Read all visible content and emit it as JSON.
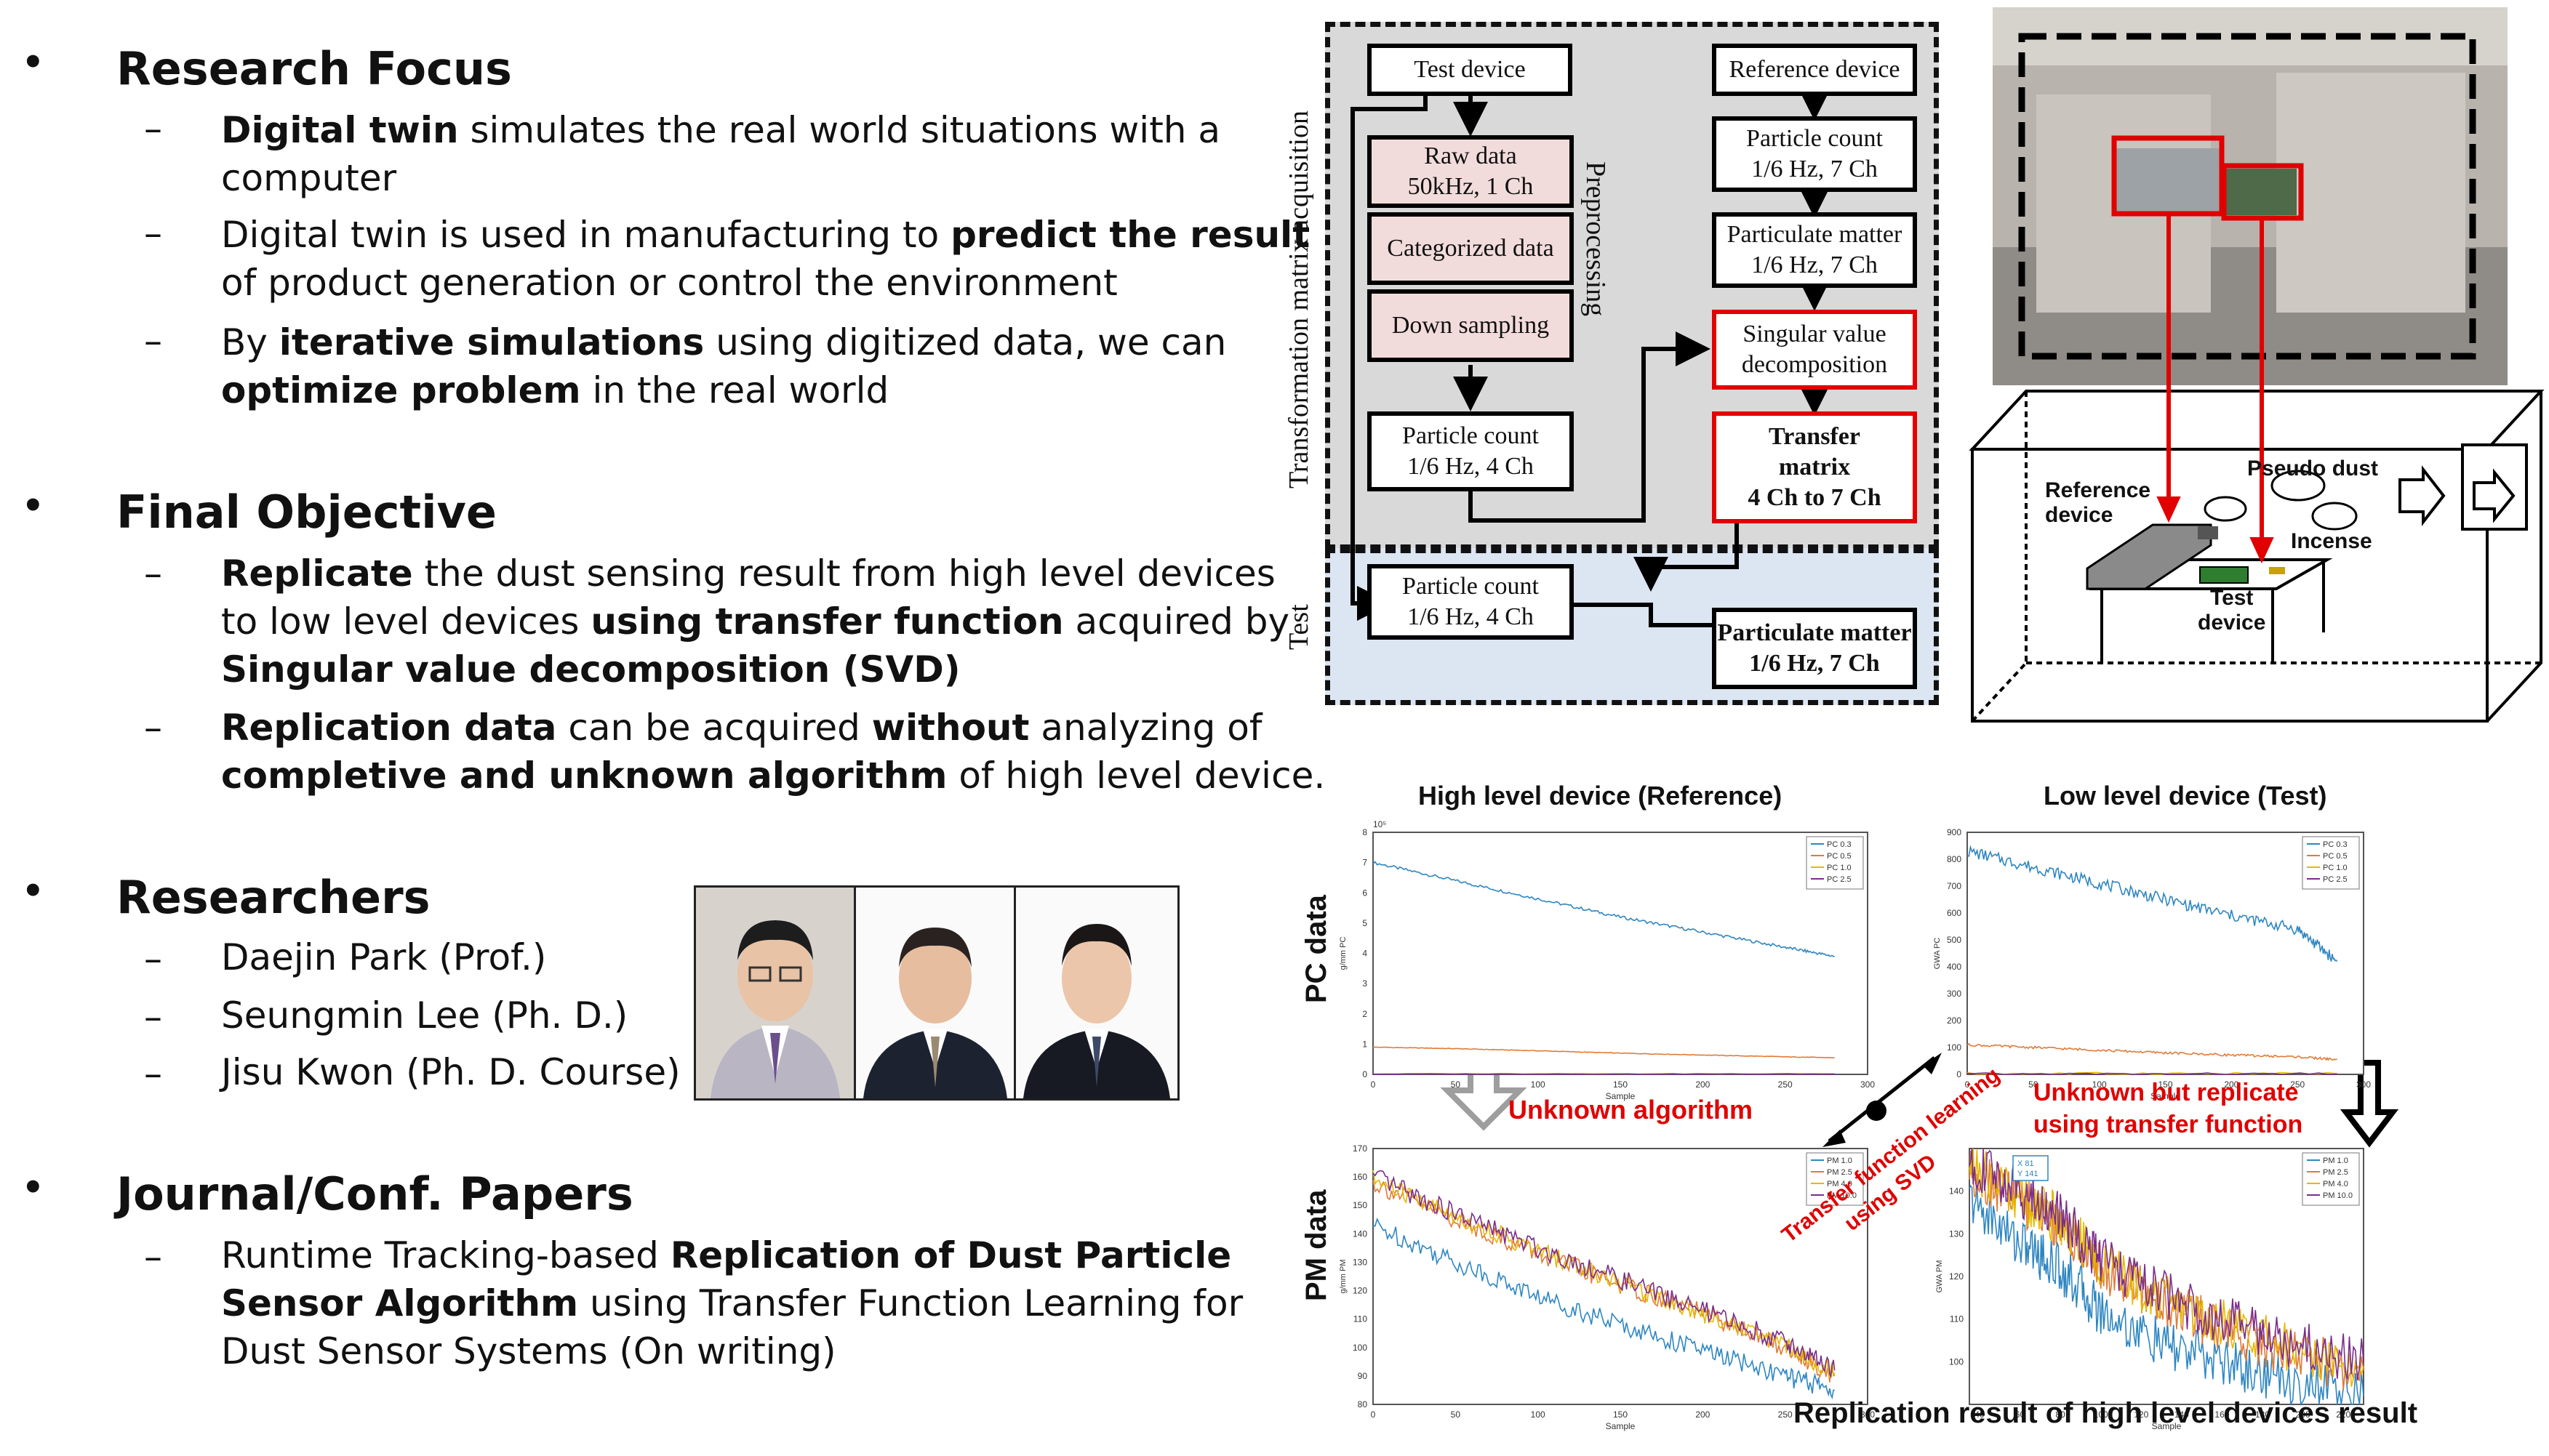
{
  "left": {
    "research_focus": {
      "heading": "Research Focus",
      "items": [
        {
          "a_bold": "Digital twin",
          "a_rest": " simulates the real world situations with a",
          "b": "computer"
        },
        {
          "a": "Digital twin is used in manufacturing to ",
          "a_bold": "predict the result",
          "b": "of product generation or control the environment"
        },
        {
          "a": "By ",
          "a_bold": "iterative simulations",
          "a_rest": " using digitized data, we can",
          "b_bold": "optimize problem",
          "b_rest": " in the real world"
        }
      ]
    },
    "final_objective": {
      "heading": "Final Objective",
      "items": [
        {
          "l1_bold": "Replicate",
          "l1_rest": " the dust sensing result from high level devices",
          "l2": "to low level devices ",
          "l2_bold": "using transfer function",
          "l2_rest": " acquired by",
          "l3_bold": "Singular value decomposition (SVD)"
        },
        {
          "l1_bold": "Replication data",
          "l1_mid": " can be acquired ",
          "l1_bold2": "without",
          "l1_rest": " analyzing of",
          "l2_bold": "completive and unknown algorithm",
          "l2_rest": " of high level device."
        }
      ]
    },
    "researchers": {
      "heading": "Researchers",
      "names": [
        "Daejin Park (Prof.)",
        "Seungmin Lee (Ph. D.)",
        "Jisu Kwon (Ph. D. Course)"
      ]
    },
    "papers": {
      "heading": "Journal/Conf. Papers",
      "l1": "Runtime Tracking-based ",
      "l1_bold": "Replication of Dust Particle",
      "l2_bold": "Sensor Algorithm",
      "l2_rest": " using Transfer Function Learning for",
      "l3": "Dust Sensor Systems (On writing)"
    },
    "bullet": "•",
    "dash": "–"
  },
  "diagram": {
    "side_label_top": "Transformation matrix acquisition",
    "side_label_bottom": "Test",
    "preprocessing": "Preprocessing",
    "test_device": "Test device",
    "reference_device": "Reference device",
    "raw_data": [
      "Raw data",
      "50kHz, 1 Ch"
    ],
    "categorized": "Categorized data",
    "down_sampling": "Down sampling",
    "pc_4ch": [
      "Particle count",
      "1/6 Hz, 4 Ch"
    ],
    "pc_7ch": [
      "Particle count",
      "1/6 Hz,  7 Ch"
    ],
    "pm_7ch": [
      "Particulate matter",
      "1/6 Hz,  7 Ch"
    ],
    "svd": [
      "Singular value",
      "decomposition"
    ],
    "transfer": [
      "Transfer",
      "matrix",
      "4 Ch to 7 Ch"
    ],
    "test_pc": [
      "Particle count",
      "1/6 Hz, 4 Ch"
    ],
    "test_pm": [
      "Particulate matter",
      "1/6 Hz, 7 Ch"
    ]
  },
  "setup": {
    "reference_device": "Reference\ndevice",
    "pseudo_dust": "Pseudo dust",
    "incense": "Incense",
    "test_device": "Test\ndevice"
  },
  "charts_text": {
    "high_title": "High level device (Reference)",
    "low_title": "Low level device (Test)",
    "pc_label": "PC data",
    "pm_label": "PM data",
    "unknown_algorithm": "Unknown algorithm",
    "transfer_learning": [
      "Transfer function learning",
      "using  SVD"
    ],
    "unknown_but": [
      "Unknown but replicate",
      "using transfer function"
    ],
    "replication": "Replication result of  high level devices result",
    "exponent": "10⁵",
    "sample": "Sample",
    "datatip": [
      "X 81",
      "Y 141"
    ]
  },
  "chart_data": [
    {
      "type": "line",
      "id": "high_pc",
      "title": "",
      "xlabel": "Sample",
      "ylabel": "g/mm PC",
      "xlim": [
        0,
        300
      ],
      "ylim": [
        0,
        8
      ],
      "xticks": [
        0,
        50,
        100,
        150,
        200,
        250,
        300
      ],
      "yticks": [
        0,
        1,
        2,
        3,
        4,
        5,
        6,
        7,
        8
      ],
      "legend": [
        "PC 0.3",
        "PC 0.5",
        "PC 1.0",
        "PC 2.5"
      ],
      "series": [
        {
          "name": "PC 0.3",
          "x": [
            0,
            50,
            100,
            150,
            200,
            250,
            280
          ],
          "values": [
            7.0,
            6.4,
            5.8,
            5.2,
            4.7,
            4.2,
            3.9
          ]
        },
        {
          "name": "PC 0.5",
          "x": [
            0,
            50,
            100,
            150,
            200,
            250,
            280
          ],
          "values": [
            0.9,
            0.85,
            0.78,
            0.7,
            0.64,
            0.58,
            0.55
          ]
        },
        {
          "name": "PC 1.0",
          "x": [
            0,
            280
          ],
          "values": [
            0.02,
            0.02
          ]
        },
        {
          "name": "PC 2.5",
          "x": [
            0,
            280
          ],
          "values": [
            0.01,
            0.01
          ]
        }
      ]
    },
    {
      "type": "line",
      "id": "low_pc",
      "title": "",
      "xlabel": "Sample",
      "ylabel": "GWA PC",
      "xlim": [
        0,
        300
      ],
      "ylim": [
        0,
        900
      ],
      "xticks": [
        0,
        50,
        100,
        150,
        200,
        250,
        300
      ],
      "yticks": [
        0,
        100,
        200,
        300,
        400,
        500,
        600,
        700,
        800,
        900
      ],
      "legend": [
        "PC 0.3",
        "PC 0.5",
        "PC 1.0",
        "PC 2.5"
      ],
      "series": [
        {
          "name": "PC 0.3",
          "x": [
            0,
            50,
            100,
            150,
            200,
            250,
            280
          ],
          "values": [
            830,
            770,
            710,
            650,
            590,
            540,
            420
          ]
        },
        {
          "name": "PC 0.5",
          "x": [
            0,
            50,
            100,
            150,
            200,
            250,
            280
          ],
          "values": [
            110,
            100,
            90,
            80,
            72,
            65,
            55
          ]
        },
        {
          "name": "PC 1.0",
          "x": [
            0,
            280
          ],
          "values": [
            3,
            3
          ]
        },
        {
          "name": "PC 2.5",
          "x": [
            0,
            280
          ],
          "values": [
            1,
            1
          ]
        }
      ]
    },
    {
      "type": "line",
      "id": "high_pm",
      "title": "",
      "xlabel": "Sample",
      "ylabel": "g/mm PM",
      "xlim": [
        0,
        300
      ],
      "ylim": [
        80,
        170
      ],
      "xticks": [
        0,
        50,
        100,
        150,
        200,
        250,
        300
      ],
      "yticks": [
        80,
        90,
        100,
        110,
        120,
        130,
        140,
        150,
        160,
        170
      ],
      "legend": [
        "PM 1.0",
        "PM 2.5",
        "PM 4.0",
        "PM 10.0"
      ],
      "series": [
        {
          "name": "PM 1.0",
          "x": [
            0,
            50,
            100,
            150,
            200,
            250,
            280
          ],
          "values": [
            143,
            130,
            118,
            108,
            99,
            90,
            85
          ]
        },
        {
          "name": "PM 2.5",
          "x": [
            0,
            50,
            100,
            150,
            200,
            250,
            280
          ],
          "values": [
            158,
            145,
            133,
            122,
            112,
            100,
            90
          ]
        },
        {
          "name": "PM 4.0",
          "x": [
            0,
            50,
            100,
            150,
            200,
            250,
            280
          ],
          "values": [
            159,
            146,
            134,
            123,
            112,
            101,
            91
          ]
        },
        {
          "name": "PM 10.0",
          "x": [
            0,
            50,
            100,
            150,
            200,
            250,
            280
          ],
          "values": [
            160,
            147,
            135,
            124,
            113,
            102,
            92
          ]
        }
      ]
    },
    {
      "type": "line",
      "id": "low_pm",
      "title": "",
      "xlabel": "Sample",
      "ylabel": "GWA PM",
      "xlim": [
        35,
        230
      ],
      "ylim": [
        90,
        150
      ],
      "xticks": [
        40,
        60,
        80,
        100,
        120,
        140,
        160,
        180,
        200,
        220
      ],
      "yticks": [
        100,
        110,
        120,
        130,
        140
      ],
      "legend": [
        "PM 1.0",
        "PM 2.5",
        "PM 4.0",
        "PM 10.0"
      ],
      "series": [
        {
          "name": "PM 1.0",
          "x": [
            35,
            60,
            80,
            100,
            130,
            160,
            190,
            230
          ],
          "values": [
            138,
            128,
            122,
            112,
            104,
            100,
            96,
            92
          ]
        },
        {
          "name": "PM 2.5",
          "x": [
            35,
            60,
            80,
            100,
            130,
            160,
            190,
            230
          ],
          "values": [
            145,
            138,
            132,
            122,
            114,
            108,
            103,
            98
          ]
        },
        {
          "name": "PM 4.0",
          "x": [
            35,
            60,
            80,
            100,
            130,
            160,
            190,
            230
          ],
          "values": [
            146,
            139,
            133,
            123,
            115,
            109,
            104,
            99
          ]
        },
        {
          "name": "PM 10.0",
          "x": [
            35,
            60,
            80,
            100,
            130,
            160,
            190,
            230
          ],
          "values": [
            147,
            140,
            134,
            124,
            116,
            110,
            105,
            100
          ]
        }
      ]
    }
  ]
}
